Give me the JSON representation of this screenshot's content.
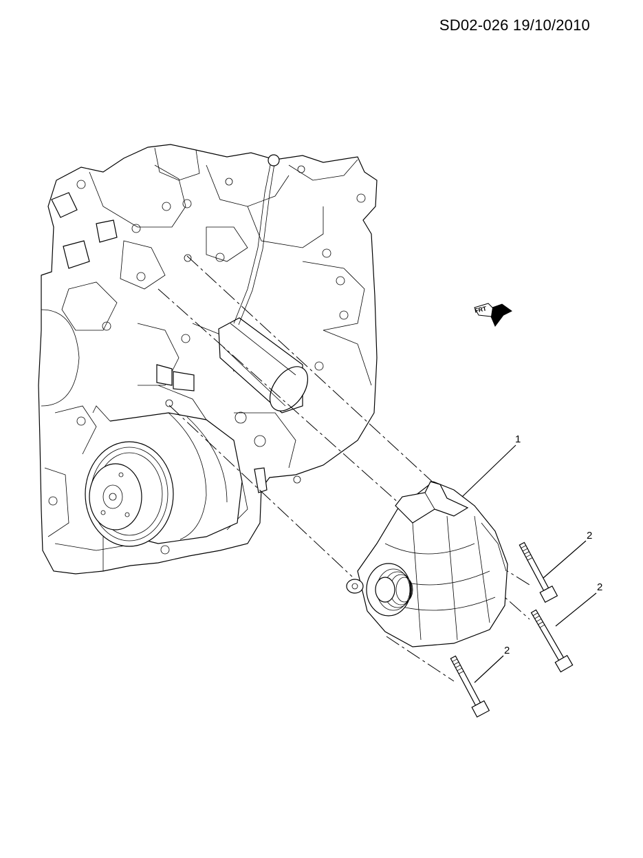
{
  "header": {
    "code": "SD02-026 19/10/2010"
  },
  "callouts": {
    "alternator": "1",
    "bolt_a": "2",
    "bolt_b": "2",
    "bolt_c": "2"
  },
  "front_indicator": {
    "text": "FRT",
    "icon": "front-arrow-icon"
  },
  "colors": {
    "line": "#000000",
    "background": "#ffffff"
  }
}
